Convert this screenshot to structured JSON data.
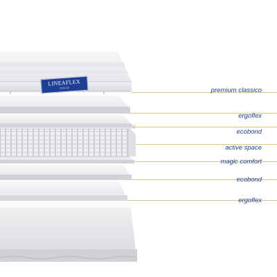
{
  "brand": {
    "name": "LINEAFLEX",
    "sub": "ITALIA"
  },
  "layers": [
    {
      "label": "premium classico"
    },
    {
      "label": "ergoflex"
    },
    {
      "label": "ecobond"
    },
    {
      "label": "active space"
    },
    {
      "label": "magic comfort"
    },
    {
      "label": "ecobond"
    },
    {
      "label": "ergoflex"
    }
  ],
  "colors": {
    "label_text": "#1d3f8f",
    "leader_line": "#d9c98a",
    "brand_tag": "#1f3f95",
    "layer_fill": "#f4f4f6",
    "layer_edge": "#d2d3d8"
  }
}
